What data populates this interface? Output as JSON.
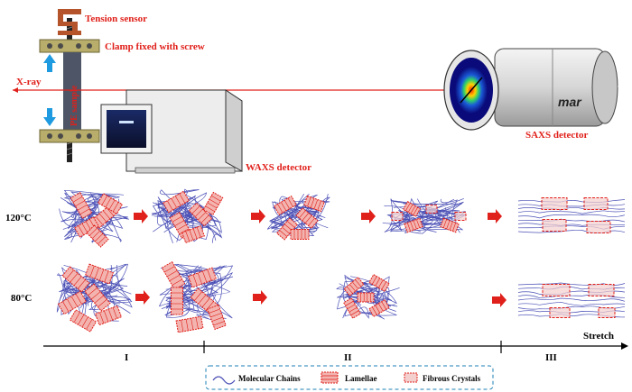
{
  "setup": {
    "tension_sensor": "Tension sensor",
    "clamp": "Clamp fixed with screw",
    "xray": "X-ray",
    "sample_label": "PE sample",
    "waxs": "WAXS detector",
    "saxs": "SAXS detector",
    "mar_logo": "mar"
  },
  "rows": [
    {
      "temperature": "120°C"
    },
    {
      "temperature": "80°C"
    }
  ],
  "axis": {
    "stretch": "Stretch",
    "stages": [
      "I",
      "II",
      "III"
    ]
  },
  "legend": {
    "items": [
      "Molecular Chains",
      "Lamellae",
      "Fibrous Crystals"
    ]
  },
  "colors": {
    "red": "#e0201a",
    "chain": "#4a4fb5",
    "blue_arrow": "#1e9be0",
    "clamp_gold": "#b8ad6a"
  }
}
